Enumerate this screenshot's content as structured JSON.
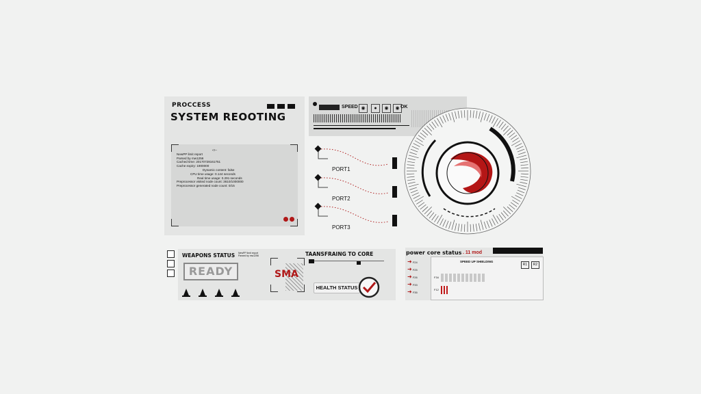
{
  "process_panel": {
    "kicker": "PROCCESS",
    "title": "SYSTEM REOOTING",
    "log": [
      "<!--",
      "NewPP limit report",
      "Parsed by mw1256",
      "Cached time: 20170728161751",
      "Cache expiry: 1900000",
      "Dynamic content: false",
      "CPU time usage: 0.144 seconds",
      "Real time usage: 0.291 seconds",
      "Preprocessor visited node count: 3610/1000000",
      "Preprocessor generated node count: 0/15"
    ]
  },
  "speed_panel": {
    "speed_label": "SPEED",
    "ok_label": "OK"
  },
  "ports": [
    {
      "label": "PORT1"
    },
    {
      "label": "PORT2"
    },
    {
      "label": "PORT3"
    }
  ],
  "weapons": {
    "title": "WEAPONS STATUS",
    "mini_note_1": "NewPP limit report",
    "mini_note_2": "Parsed by mw1256",
    "ready": "READY",
    "sma": "SMA",
    "transfer_title": "TAANSFRAING TO CORE",
    "health_status": "HEALTH STATUS"
  },
  "power": {
    "title": "power core status",
    "sub": ". 11 mod",
    "speed_up": "SPEED UP SHIELDING",
    "r1": "R1",
    "r2": "R2",
    "row_labels": [
      "F24",
      "F25",
      "F26",
      "F33",
      "F35"
    ],
    "f3_label": "F34",
    "f2_label": "F12",
    "level": 0.1
  },
  "colors": {
    "accent": "#c01818",
    "ink": "#111111",
    "panel": "#e4e5e4"
  }
}
